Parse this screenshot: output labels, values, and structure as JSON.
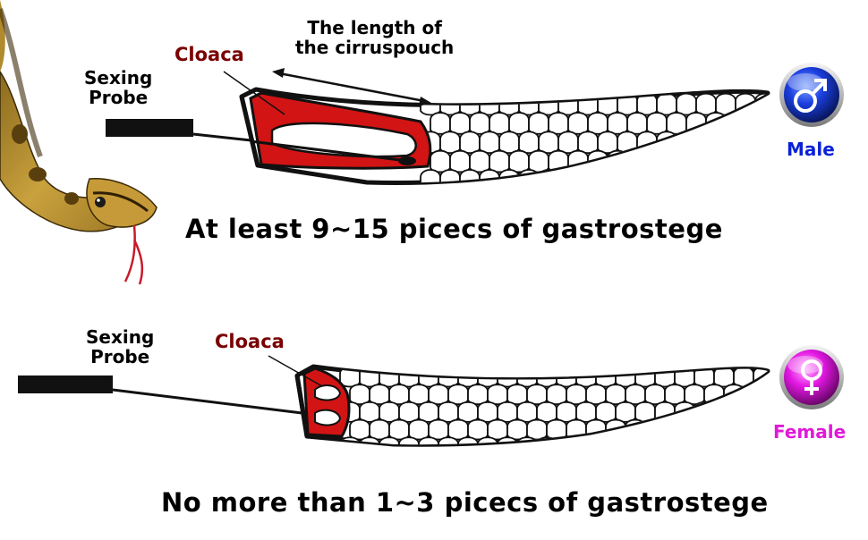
{
  "male": {
    "probe_label_line1": "Sexing",
    "probe_label_line2": "Probe",
    "cloaca_label": "Cloaca",
    "pouch_label_line1": "The length of",
    "pouch_label_line2": "the cirruspouch",
    "caption": "At least 9~15 picecs of gastrostege",
    "sex_label": "Male",
    "sex_color": "#0a22d8",
    "symbol_icon": "male-symbol-icon"
  },
  "female": {
    "probe_label_line1": "Sexing",
    "probe_label_line2": "Probe",
    "cloaca_label": "Cloaca",
    "caption": "No more than 1~3 picecs of gastrostege",
    "sex_label": "Female",
    "sex_color": "#e01ad8",
    "symbol_icon": "female-symbol-icon"
  },
  "colors": {
    "cloaca": "#d21414",
    "outline": "#111111"
  }
}
